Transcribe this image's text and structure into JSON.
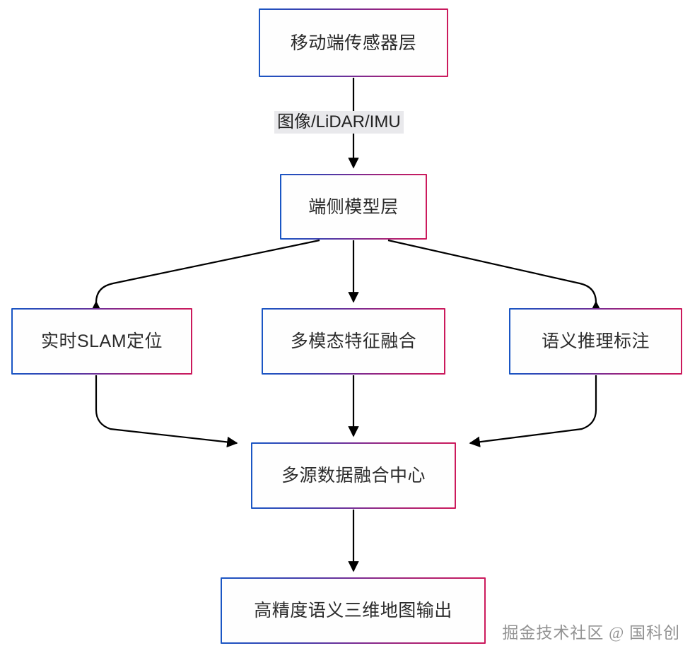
{
  "diagram": {
    "type": "flowchart",
    "direction": "top-to-bottom",
    "background_color": "#ffffff",
    "node_fill_color": "#fefefe",
    "border_gradient_start": "#1a56c4",
    "border_gradient_end": "#cc1a5c",
    "text_color": "#2b2b2b",
    "edge_color": "#000000",
    "edge_label_background": "#e9e9ec",
    "nodes": [
      {
        "id": "sensor",
        "label": "移动端传感器层"
      },
      {
        "id": "model",
        "label": "端侧模型层"
      },
      {
        "id": "slam",
        "label": "实时SLAM定位"
      },
      {
        "id": "fusion_feat",
        "label": "多模态特征融合"
      },
      {
        "id": "semantic",
        "label": "语义推理标注"
      },
      {
        "id": "hub",
        "label": "多源数据融合中心"
      },
      {
        "id": "output",
        "label": "高精度语义三维地图输出"
      }
    ],
    "edges": [
      {
        "from": "sensor",
        "to": "model",
        "label": "图像/LiDAR/IMU"
      },
      {
        "from": "model",
        "to": "slam",
        "label": ""
      },
      {
        "from": "model",
        "to": "fusion_feat",
        "label": ""
      },
      {
        "from": "model",
        "to": "semantic",
        "label": ""
      },
      {
        "from": "slam",
        "to": "hub",
        "label": ""
      },
      {
        "from": "fusion_feat",
        "to": "hub",
        "label": ""
      },
      {
        "from": "semantic",
        "to": "hub",
        "label": ""
      },
      {
        "from": "hub",
        "to": "output",
        "label": ""
      }
    ]
  },
  "watermark": {
    "text": "掘金技术社区 @ 国科创"
  }
}
